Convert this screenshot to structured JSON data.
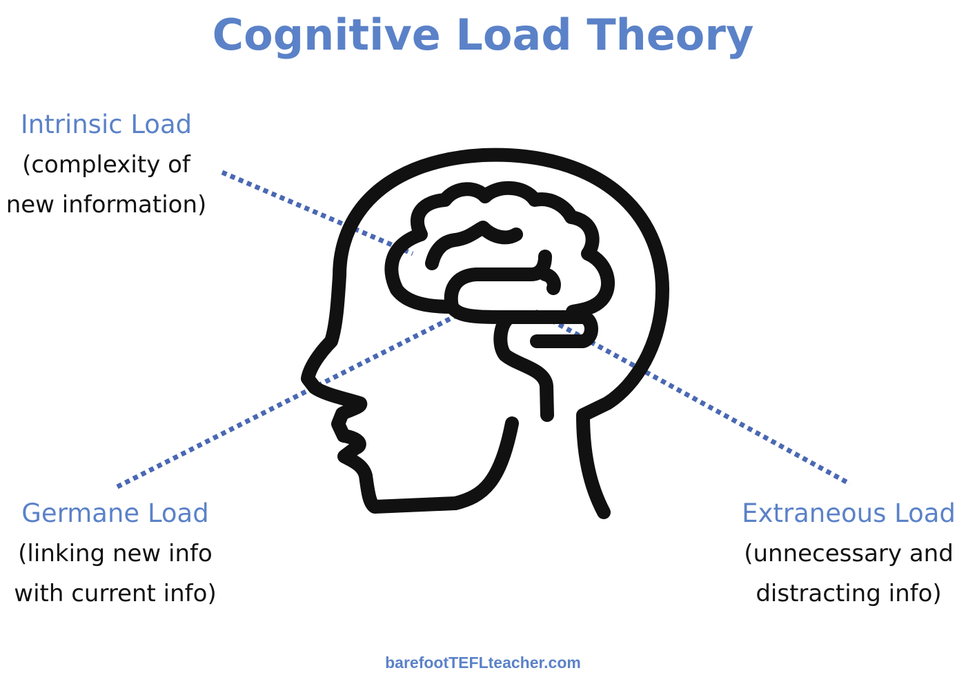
{
  "title": "Cognitive Load Theory",
  "colors": {
    "accent": "#5b82c8",
    "ink": "#111111",
    "dotted_line": "#4a68b3"
  },
  "labels": {
    "intrinsic": {
      "heading": "Intrinsic Load",
      "line1": "(complexity of",
      "line2": "new information)"
    },
    "germane": {
      "heading": "Germane Load",
      "line1": "(linking new info",
      "line2": "with current info)"
    },
    "extraneous": {
      "heading": "Extraneous Load",
      "line1": "(unnecessary and",
      "line2": "distracting info)"
    }
  },
  "icons": {
    "head": "head-with-brain-icon"
  },
  "footer": "barefootTEFLteacher.com"
}
